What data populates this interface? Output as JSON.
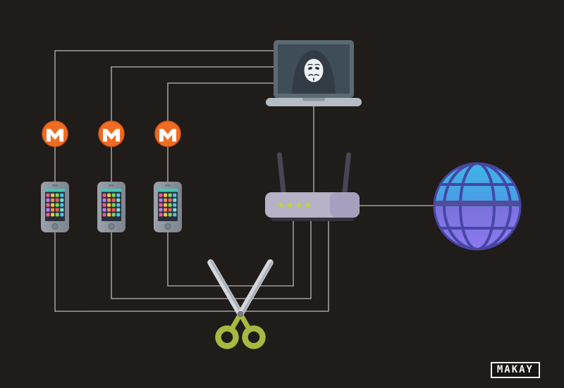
{
  "scene": {
    "description": "Dark illustration: hacker laptop linked to three Monero-mining smartphones and a wifi router connected to the internet globe, with scissors cutting the phone-to-router wires",
    "background": "#1f1c19"
  },
  "watermark": {
    "text": "MAKAY"
  },
  "icons": {
    "laptop": "hacker-laptop-icon",
    "coin": "monero-coin-icon",
    "phone": "smartphone-icon",
    "router": "wifi-router-icon",
    "globe": "internet-globe-icon",
    "scissors": "scissors-icon",
    "wires": "connection-wires"
  },
  "colors": {
    "wire": "#d6d6d6",
    "monero_orange": "#f06c22",
    "monero_edge": "#d4561c",
    "monero_m": "#ffffff",
    "phone_body_light": "#9ba2ac",
    "phone_body_dark": "#7d848e",
    "phone_screen": "#272e3c",
    "status_bar": "#3ec8b8",
    "app_tiles": [
      "#ef5d8a",
      "#f6c445",
      "#7ed957",
      "#4fc3f7",
      "#b084f0",
      "#ff8a4f",
      "#f45b5b",
      "#6ee7c8"
    ],
    "laptop_bezel": "#5c6a74",
    "laptop_screen": "#3f4d58",
    "laptop_base": "#b5bcc3",
    "hood": "#333b45",
    "mask": "#eef1f3",
    "mask_features": "#2b333d",
    "antenna": "#4a4555",
    "router_body": "#b8b2c6",
    "router_body_shade": "#a79fbe",
    "led": "#bcd53d",
    "router_base": "#36313f",
    "globe_top": "#3fb5e8",
    "globe_mid_top": "#4a9ce4",
    "globe_mid_bottom": "#7a71dc",
    "globe_bottom": "#8d7af0",
    "globe_grid": "#4646a5",
    "globe_band": "#514d99",
    "blade": "#d3d6db",
    "blade_edge": "#a9afb7",
    "handle": "#a9b840",
    "pivot": "#7b8089"
  }
}
